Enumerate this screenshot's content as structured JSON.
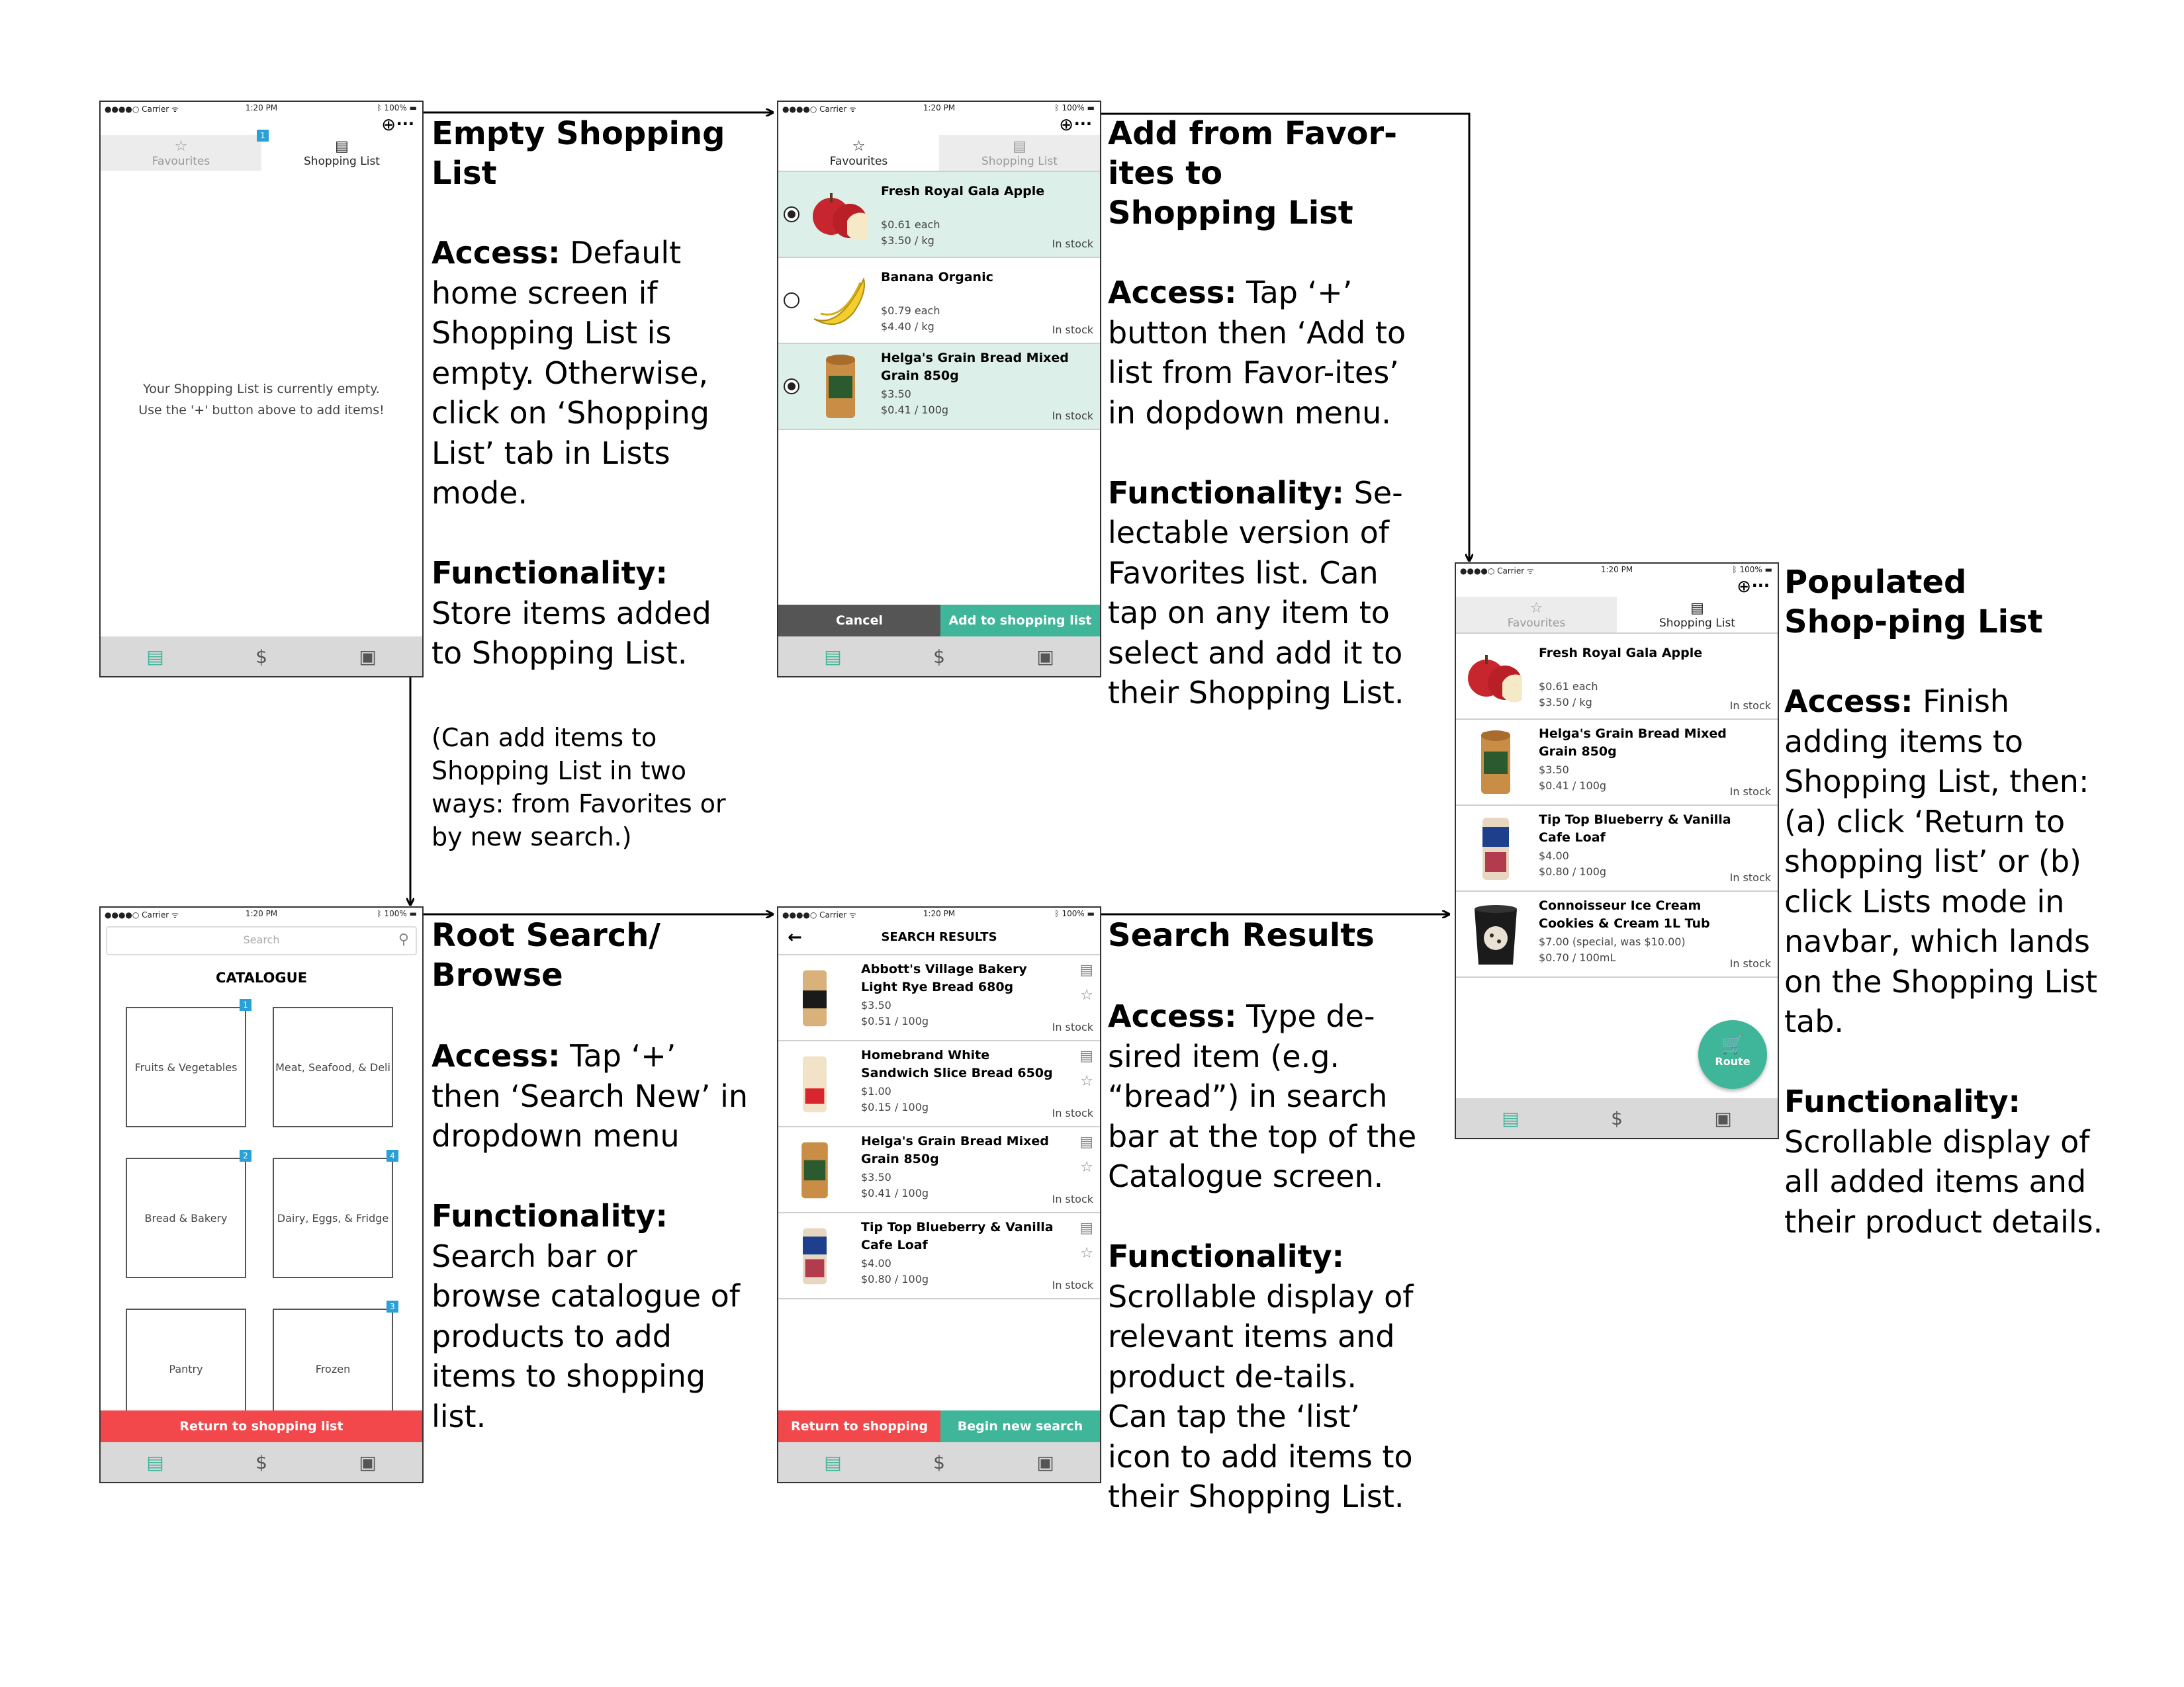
{
  "status": {
    "carrier": "●●●●○ Carrier ᯤ",
    "time": "1:20 PM",
    "battery": "ᛒ 100% ▬"
  },
  "icons": {
    "plus": "⊕",
    "more": "···",
    "star": "☆",
    "list": "▤",
    "nav_list": "▤",
    "nav_dollar": "$",
    "nav_account": "▣",
    "back": "←",
    "search": "⚲",
    "cart": "🛒"
  },
  "tabs": {
    "favourites": "Favourites",
    "shopping": "Shopping List"
  },
  "empty": {
    "message_line1": "Your Shopping List is currently empty.",
    "message_line2": "Use the '+' button above to add items!",
    "title": "Empty Shopping List",
    "access_label": "Access:",
    "access_text": "Default home screen if Shopping List is empty. Otherwise, click on ‘Shopping List’ tab in Lists mode.",
    "func_label": "Functionality:",
    "func_text": "Store items added to Shopping List.",
    "note": "(Can add items to Shopping List in two ways: from Favorites or by new search.)"
  },
  "fav": {
    "title": "Add from Favor-ites to Shopping List",
    "access_label": "Access:",
    "access_text": "Tap ‘+’ button then ‘Add to list from Favor-ites’ in dopdown menu.",
    "func_label": "Functionality:",
    "func_text": "Se-lectable version of Favorites list. Can tap on any item to select and add it to their Shopping List.",
    "cancel": "Cancel",
    "add": "Add to shopping list",
    "items": [
      {
        "name": "Fresh Royal Gala Apple",
        "l1": "",
        "l2": "$0.61 each",
        "l3": "$3.50 / kg",
        "stock": "In stock"
      },
      {
        "name": "Banana Organic",
        "l1": "",
        "l2": "$0.79 each",
        "l3": "$4.40 / kg",
        "stock": "In stock"
      },
      {
        "name": "Helga's Grain Bread Mixed Grain 850g",
        "l1": "$3.50",
        "l2": "$0.41 / 100g",
        "l3": "",
        "stock": "In stock"
      }
    ]
  },
  "populated": {
    "title": "Populated Shop-ping List",
    "access_label": "Access:",
    "access_text": "Finish adding items to Shopping List, then: (a) click ‘Return to shopping list’ or (b) click Lists mode in navbar, which lands on the Shopping List tab.",
    "func_label": "Functionality:",
    "func_text": "Scrollable display of all added items and their product details.",
    "route": "Route",
    "items": [
      {
        "name": "Fresh Royal Gala Apple",
        "l1": "$0.61 each",
        "l2": "$3.50 / kg",
        "stock": "In stock"
      },
      {
        "name": "Helga's Grain Bread Mixed Grain 850g",
        "l1": "$3.50",
        "l2": "$0.41 / 100g",
        "stock": "In stock"
      },
      {
        "name": "Tip Top Blueberry & Vanilla Cafe Loaf",
        "l1": "$4.00",
        "l2": "$0.80 / 100g",
        "stock": "In stock"
      },
      {
        "name": "Connoisseur Ice Cream Cookies & Cream 1L Tub",
        "l1": "$7.00 (special, was $10.00)",
        "l2": "$0.70 / 100mL",
        "stock": "In stock"
      }
    ]
  },
  "root": {
    "search_placeholder": "Search",
    "catalogue": "CATALOGUE",
    "tiles": [
      "Fruits & Vegetables",
      "Meat, Seafood, & Deli",
      "Bread & Bakery",
      "Dairy, Eggs, & Fridge",
      "Pantry",
      "Frozen"
    ],
    "return": "Return to shopping list",
    "title": "Root Search/ Browse",
    "access_label": "Access:",
    "access_text": "Tap ‘+’ then ‘Search New’ in dropdown menu",
    "func_label": "Functionality:",
    "func_text": "Search bar or browse catalogue of products to add items to shopping list."
  },
  "results": {
    "header": "SEARCH RESULTS",
    "return": "Return to shopping list",
    "new": "Begin new search",
    "title": "Search Results",
    "access_label": "Access:",
    "access_text": "Type de-sired item (e.g. “bread”) in search bar at the top of the Catalogue screen.",
    "func_label": "Functionality:",
    "func_text": "Scrollable display of relevant items and product de-tails. Can tap the ‘list’ icon to add items to their Shopping List.",
    "items": [
      {
        "name": "Abbott's Village Bakery Light Rye Bread 680g",
        "l1": "$3.50",
        "l2": "$0.51 / 100g",
        "stock": "In stock"
      },
      {
        "name": "Homebrand White Sandwich Slice Bread 650g",
        "l1": "$1.00",
        "l2": "$0.15 / 100g",
        "stock": "In stock"
      },
      {
        "name": "Helga's Grain Bread Mixed Grain 850g",
        "l1": "$3.50",
        "l2": "$0.41 / 100g",
        "stock": "In stock"
      },
      {
        "name": "Tip Top Blueberry & Vanilla Cafe Loaf",
        "l1": "$4.00",
        "l2": "$0.80 / 100g",
        "stock": "In stock"
      }
    ]
  },
  "badges": [
    "1",
    "1",
    "2",
    "4",
    "3"
  ],
  "colors": {
    "teal": "#3fb59a",
    "red": "#f2484b",
    "dark": "#555555",
    "badge": "#2aa0d8",
    "selected": "#dcefe9"
  }
}
